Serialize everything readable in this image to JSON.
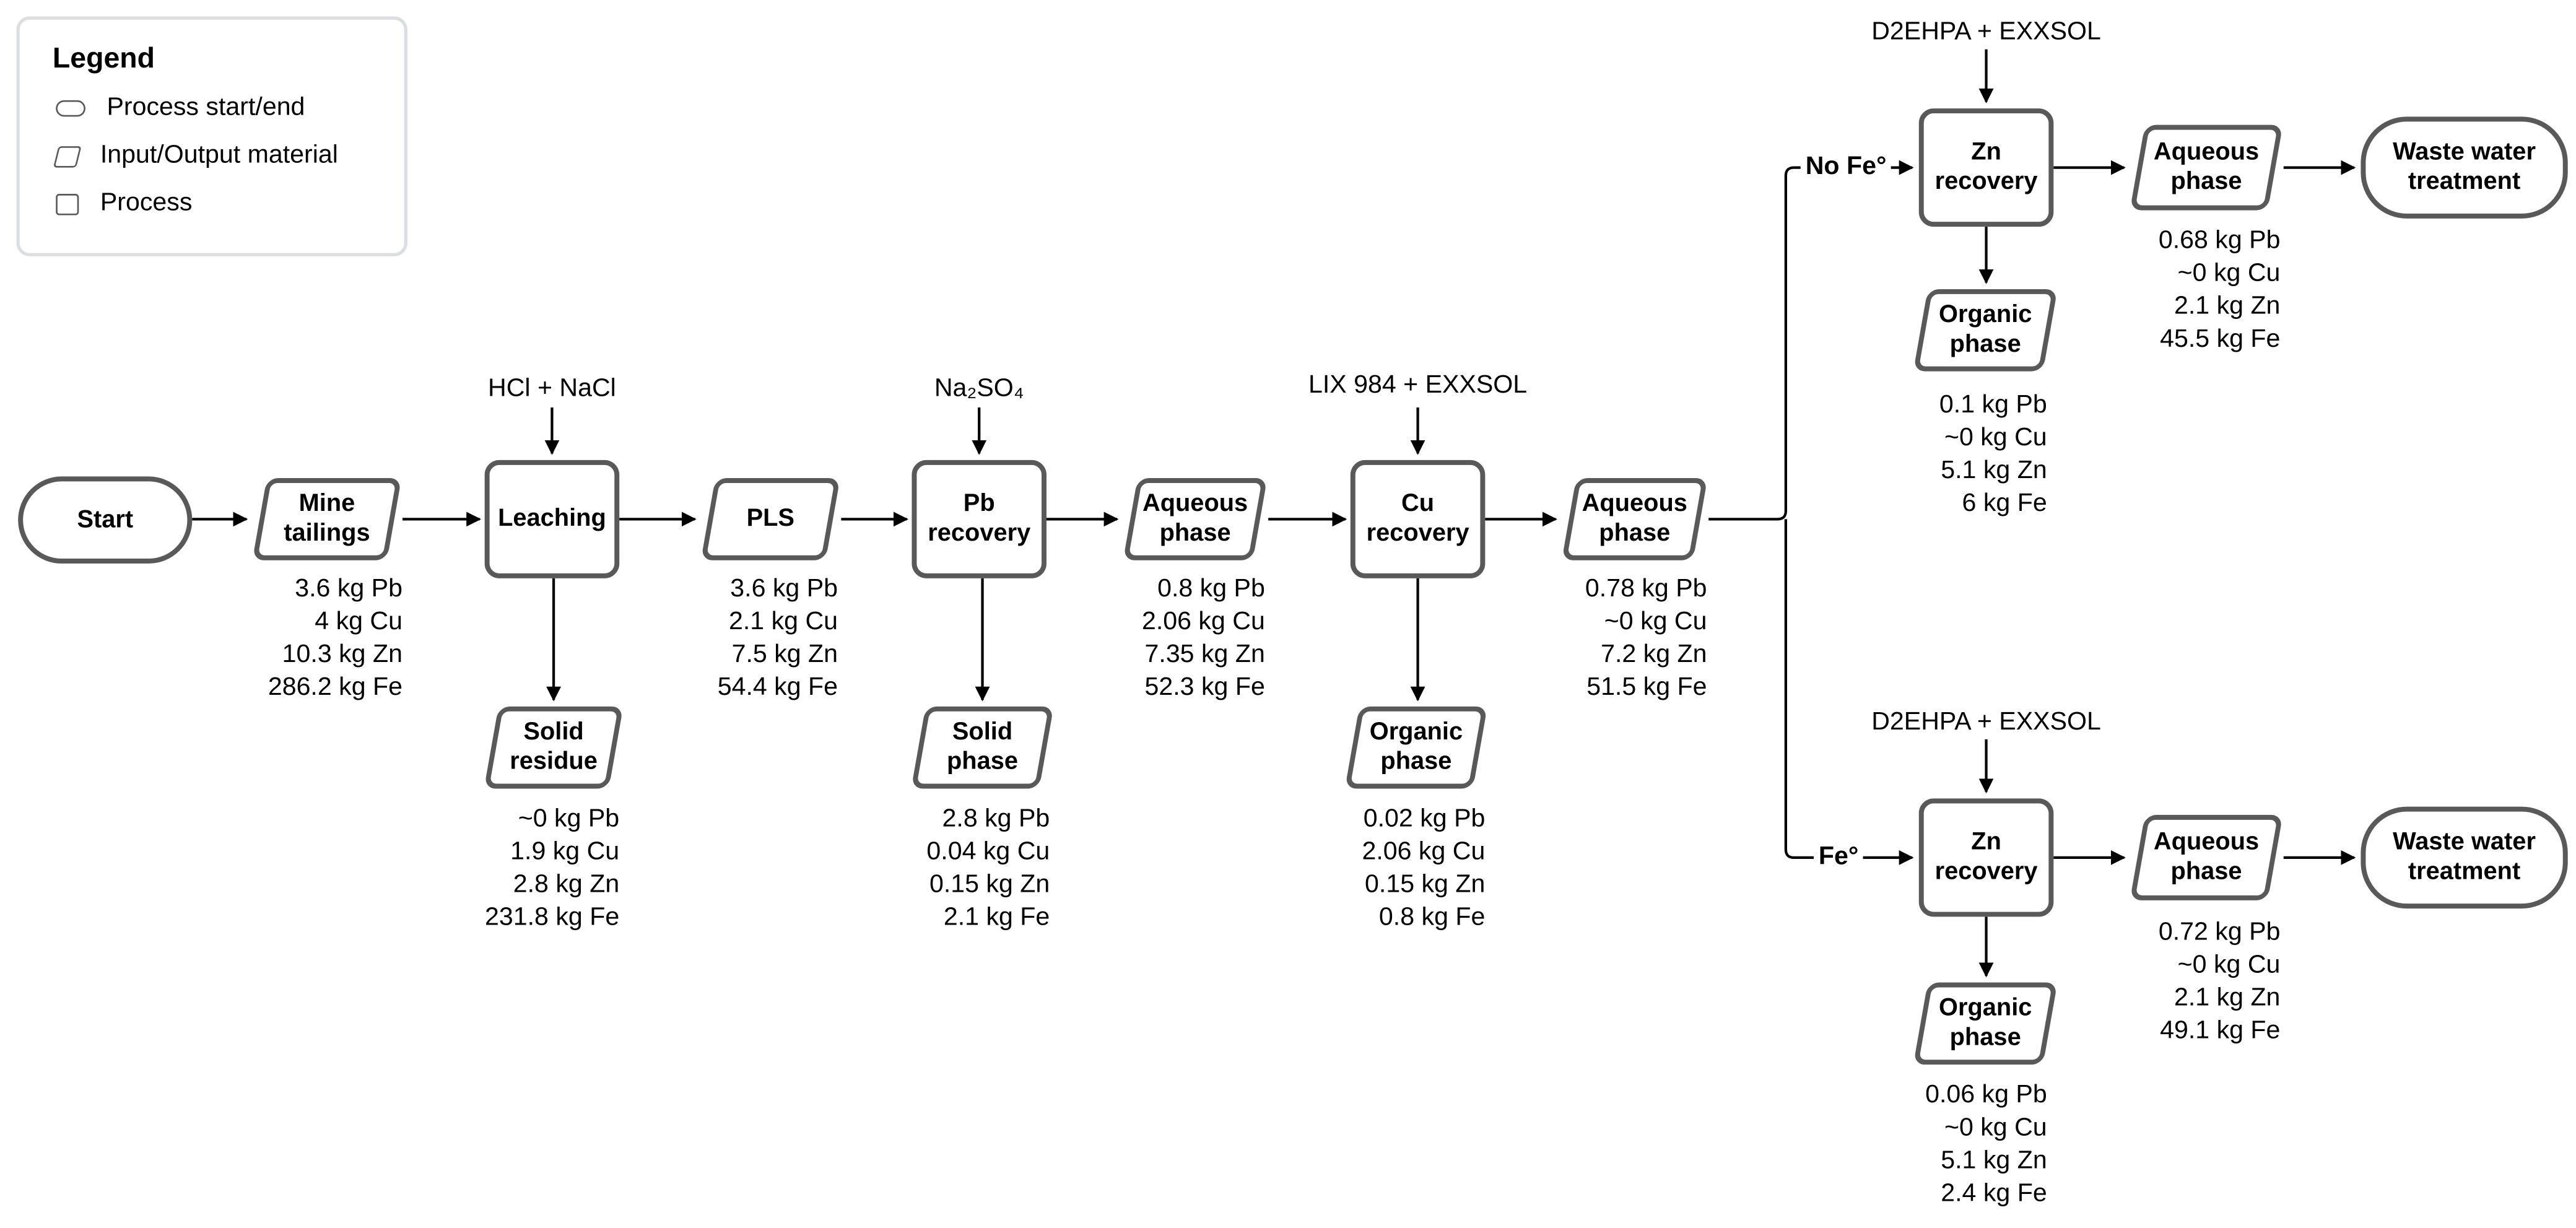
{
  "legend": {
    "title": "Legend",
    "items": [
      {
        "icon": "stadium-icon",
        "label": "Process start/end"
      },
      {
        "icon": "parallelogram-icon",
        "label": "Input/Output material"
      },
      {
        "icon": "square-icon",
        "label": "Process"
      }
    ]
  },
  "nodes": {
    "start": "Start",
    "mine_tailings": "Mine tailings",
    "leaching": "Leaching",
    "solid_residue": "Solid residue",
    "pls": "PLS",
    "pb_recovery": "Pb recovery",
    "solid_phase": "Solid phase",
    "aqueous_1": "Aqueous phase",
    "cu_recovery": "Cu recovery",
    "organic_cu": "Organic phase",
    "aqueous_2": "Aqueous phase",
    "zn_recovery_top": "Zn recovery",
    "aqueous_3": "Aqueous phase",
    "wwt_top": "Waste water treatment",
    "organic_top": "Organic phase",
    "zn_recovery_bottom": "Zn recovery",
    "aqueous_4": "Aqueous phase",
    "wwt_bottom": "Waste water treatment",
    "organic_bottom": "Organic phase"
  },
  "reagents": {
    "leaching": "HCl + NaCl",
    "pb_recovery": "Na₂SO₄",
    "cu_recovery": "LIX 984 + EXXSOL",
    "zn_top": "D2EHPA + EXXSOL",
    "zn_bottom": "D2EHPA + EXXSOL"
  },
  "branches": {
    "no_fe": "No Fe°",
    "fe": "Fe°"
  },
  "stats": {
    "mine_tailings": [
      "3.6 kg Pb",
      "4 kg Cu",
      "10.3 kg Zn",
      "286.2 kg Fe"
    ],
    "pls": [
      "3.6 kg Pb",
      "2.1 kg Cu",
      "7.5 kg Zn",
      "54.4 kg Fe"
    ],
    "solid_residue": [
      "~0 kg Pb",
      "1.9 kg Cu",
      "2.8 kg Zn",
      "231.8 kg Fe"
    ],
    "solid_phase": [
      "2.8 kg Pb",
      "0.04 kg Cu",
      "0.15 kg Zn",
      "2.1 kg Fe"
    ],
    "aqueous_1": [
      "0.8 kg Pb",
      "2.06 kg Cu",
      "7.35 kg Zn",
      "52.3 kg Fe"
    ],
    "organic_cu": [
      "0.02 kg Pb",
      "2.06 kg Cu",
      "0.15 kg Zn",
      "0.8 kg Fe"
    ],
    "aqueous_2": [
      "0.78 kg Pb",
      "~0 kg Cu",
      "7.2 kg Zn",
      "51.5 kg Fe"
    ],
    "aqueous_3": [
      "0.68 kg Pb",
      "~0 kg Cu",
      "2.1 kg Zn",
      "45.5 kg Fe"
    ],
    "organic_top": [
      "0.1 kg Pb",
      "~0 kg Cu",
      "5.1 kg Zn",
      "6 kg Fe"
    ],
    "aqueous_4": [
      "0.72 kg Pb",
      "~0 kg Cu",
      "2.1 kg Zn",
      "49.1 kg Fe"
    ],
    "organic_bottom": [
      "0.06 kg Pb",
      "~0 kg Cu",
      "5.1 kg Zn",
      "2.4 kg Fe"
    ]
  },
  "colors": {
    "shape_border": "#595959",
    "edge": "#000000",
    "legend_border": "#dcdee2",
    "background": "#ffffff"
  }
}
